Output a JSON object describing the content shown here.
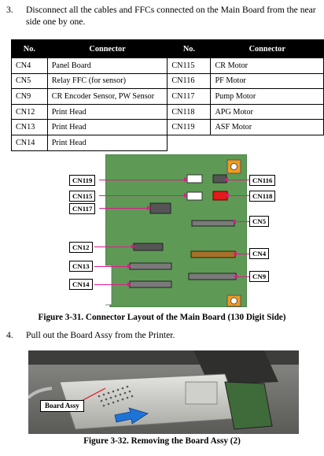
{
  "step3": {
    "number": "3.",
    "text_line1": "Disconnect all the cables and FFCs connected on the Main Board from the near",
    "text_line2": "side one by one."
  },
  "table": {
    "headers": [
      "No.",
      "Connector",
      "No.",
      "Connector"
    ],
    "left": [
      [
        "CN4",
        "Panel Board"
      ],
      [
        "CN5",
        "Relay FFC (for sensor)"
      ],
      [
        "CN9",
        "CR Encoder Sensor, PW Sensor"
      ],
      [
        "CN12",
        "Print Head"
      ],
      [
        "CN13",
        "Print Head"
      ],
      [
        "CN14",
        "Print Head"
      ]
    ],
    "right": [
      [
        "CN115",
        "CR Motor"
      ],
      [
        "CN116",
        "PF Motor"
      ],
      [
        "CN117",
        "Pump Motor"
      ],
      [
        "CN118",
        "APG Motor"
      ],
      [
        "CN119",
        "ASF Motor"
      ]
    ]
  },
  "figure31": {
    "labels": {
      "cn119": "CN119",
      "cn115": "CN115",
      "cn117": "CN117",
      "cn12": "CN12",
      "cn13": "CN13",
      "cn14": "CN14",
      "cn116": "CN116",
      "cn118": "CN118",
      "cn5": "CN5",
      "cn4": "CN4",
      "cn9": "CN9"
    },
    "caption": "Figure 3-31. Connector Layout of the Main Board (130 Digit Side)",
    "colors": {
      "board": "#5e9a56",
      "leader": "#e2188e",
      "red_connector": "#e21a1a",
      "brown_connector": "#a5712a"
    }
  },
  "step4": {
    "number": "4.",
    "text": "Pull out the Board Assy from the Printer."
  },
  "figure32": {
    "callout": "Board Assy",
    "caption": "Figure 3-32. Removing the Board Assy (2)",
    "colors": {
      "arrow": "#1e73d6"
    }
  }
}
